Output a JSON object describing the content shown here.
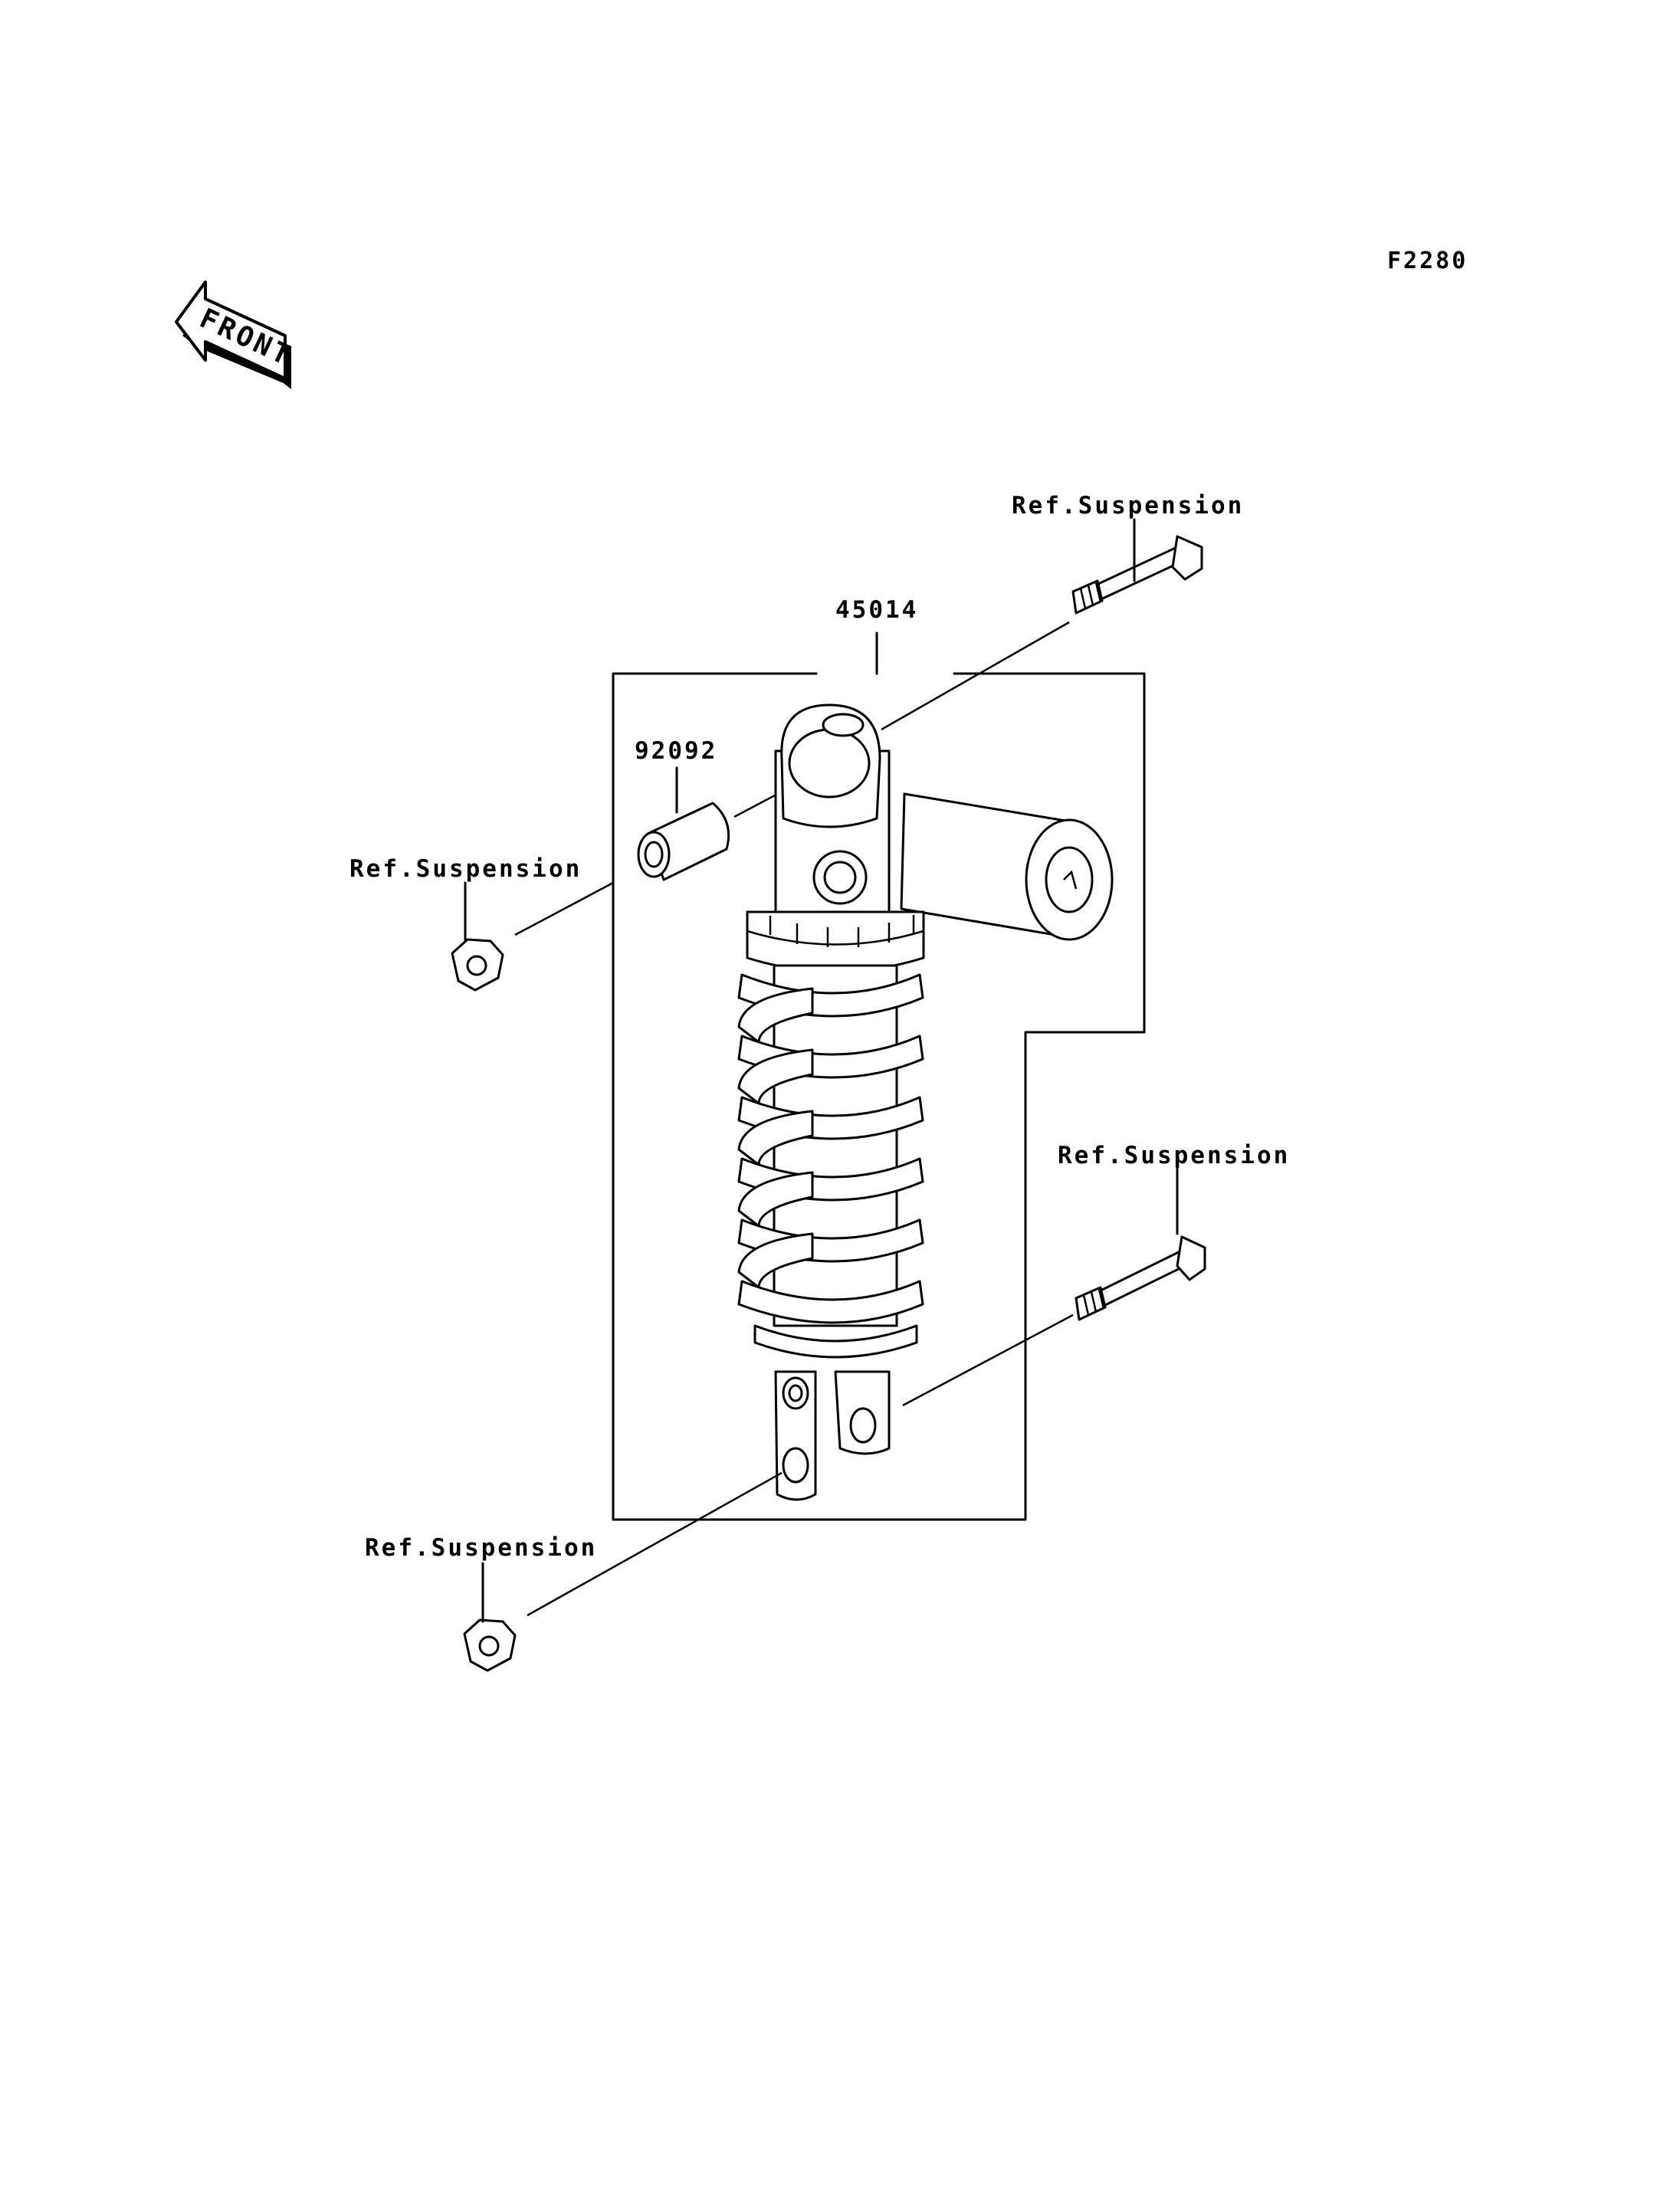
{
  "diagram": {
    "figure_code": "F2280",
    "front_arrow_text": "FRONT",
    "callouts": {
      "shock_absorber": "45014",
      "collar": "92092",
      "ref_top_bolt": "Ref.Suspension",
      "ref_top_nut": "Ref.Suspension",
      "ref_bottom_bolt": "Ref.Suspension",
      "ref_bottom_nut": "Ref.Suspension"
    }
  }
}
